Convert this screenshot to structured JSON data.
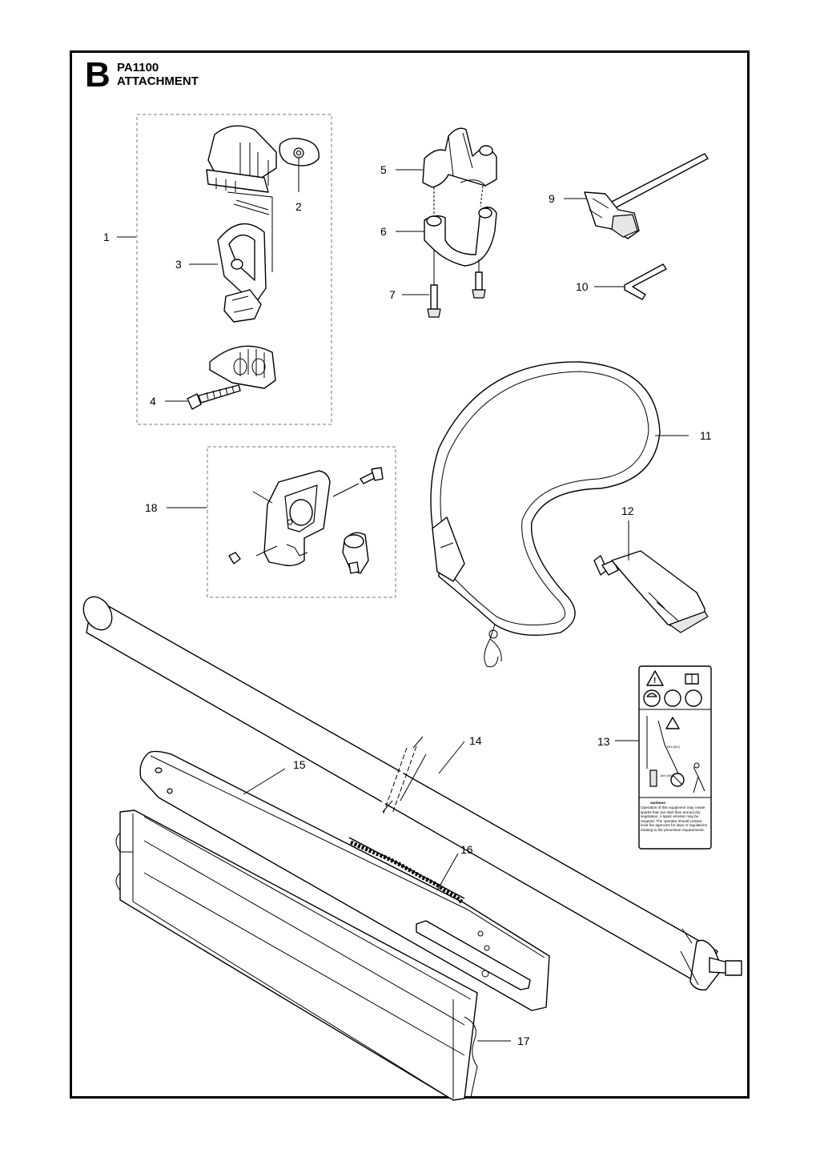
{
  "header": {
    "section_letter": "B",
    "model": "PA1100",
    "subtitle": "ATTACHMENT"
  },
  "callouts": [
    "1",
    "2",
    "3",
    "4",
    "5",
    "6",
    "7",
    "9",
    "10",
    "11",
    "12",
    "13",
    "14",
    "15",
    "16",
    "17",
    "18"
  ],
  "label_13": {
    "dimension_1": "15m (50')",
    "dimension_2": "15m (50')",
    "warning_title": "WARNING",
    "warning_text": "Operation of this equipment may create sparks that can start fires around dry vegetation. A spark arrestor may be required. The operator should contact local fire agencies for laws or regulations relating to fire prevention requirements."
  }
}
